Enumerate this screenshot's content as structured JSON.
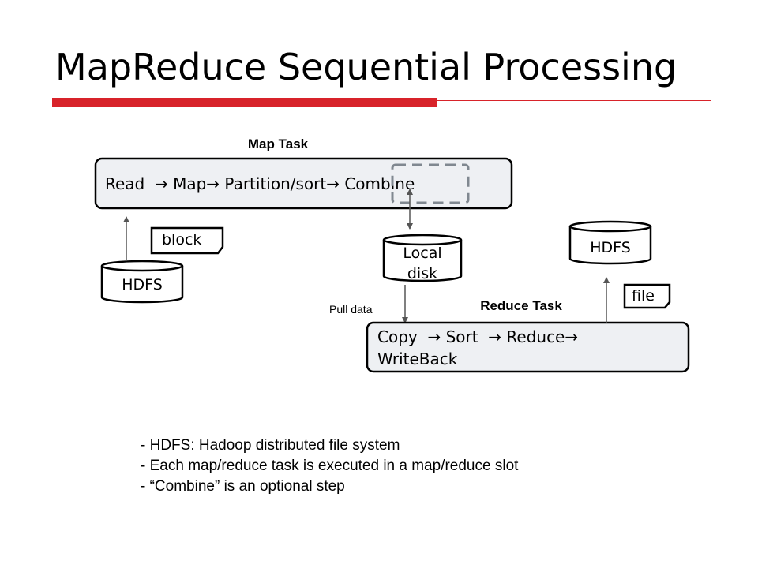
{
  "title": "MapReduce Sequential Processing",
  "colors": {
    "accent_red": "#d8232a",
    "box_fill": "#eef0f3",
    "dashed_gray": "#808890",
    "line_gray": "#555555"
  },
  "map_task": {
    "label": "Map Task",
    "steps_text": "Read  → Map→ Partition/sort→ Combine"
  },
  "reduce_task": {
    "label": "Reduce Task",
    "steps_line1": "Copy  → Sort  → Reduce→",
    "steps_line2": "WriteBack"
  },
  "hdfs_input": {
    "label": "HDFS"
  },
  "block_note": {
    "label": "block"
  },
  "local_disk": {
    "line1": "Local",
    "line2": "disk"
  },
  "hdfs_output": {
    "label": "HDFS"
  },
  "file_note": {
    "label": "file"
  },
  "pull_data": {
    "label": "Pull data"
  },
  "notes": [
    "- HDFS: Hadoop distributed file system",
    "- Each map/reduce task is executed in a map/reduce slot",
    "- “Combine” is an optional step"
  ]
}
